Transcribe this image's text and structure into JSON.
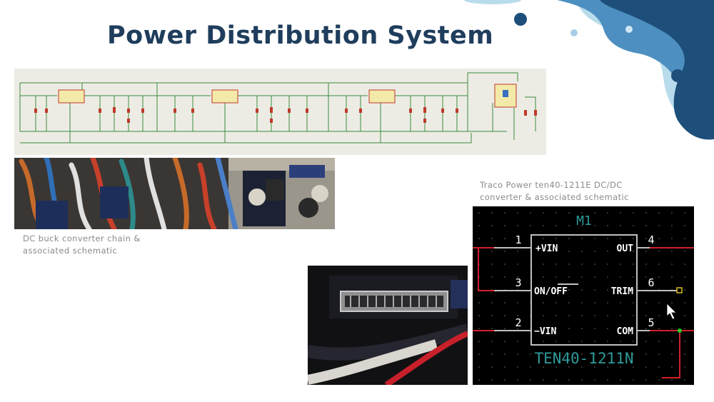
{
  "slide": {
    "title": "Power Distribution System",
    "caption_buck": "DC buck converter chain & associated schematic",
    "caption_traco": "Traco Power ten40-1211E DC/DC converter & associated schematic"
  },
  "module": {
    "designator": "M1",
    "part_number": "TEN40-1211N",
    "pins": [
      {
        "number": "1",
        "name": "+VIN"
      },
      {
        "number": "3",
        "name": "ON/OFF"
      },
      {
        "number": "2",
        "name": "−VIN"
      },
      {
        "number": "4",
        "name": "OUT"
      },
      {
        "number": "6",
        "name": "TRIM"
      },
      {
        "number": "5",
        "name": "COM"
      }
    ]
  },
  "colors": {
    "title": "#1f3d5c",
    "caption": "#8a8a8a",
    "blob_dark": "#1d4f7a",
    "blob_mid": "#4d8fc0",
    "blob_light": "#b9dcec",
    "schematic_bg": "#ecece4",
    "schematic_line": "#3e8a3e",
    "module_outline": "#bfbfbf",
    "module_label": "#2e9a9a",
    "wire_red": "#d0202a"
  }
}
